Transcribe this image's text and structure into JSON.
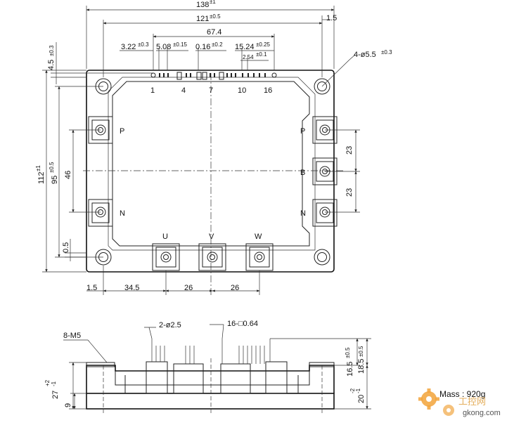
{
  "top_view": {
    "overall_width": "138",
    "overall_width_tol": "±1",
    "mount_pitch": "121",
    "mount_pitch_tol": "±0.5",
    "edge_offset_right": "1.5",
    "pin_span": "67.4",
    "dim_322": "3.22",
    "dim_322_tol": "±0.3",
    "dim_508": "5.08",
    "dim_508_tol": "±0.15",
    "dim_016": "0.16",
    "dim_016_tol": "±0.2",
    "dim_1524": "15.24",
    "dim_1524_tol": "±0.25",
    "dim_254": "2.54",
    "dim_254_tol": "±0.1",
    "dim_45": "4.5",
    "dim_45_tol": "±0.3",
    "hole_label": "4-ø5.5",
    "hole_tol": "±0.3",
    "pin_numbers": [
      "1",
      "4",
      "7",
      "10",
      "16"
    ],
    "terminal_p_left": "P",
    "terminal_n_left": "N",
    "terminal_p_right": "P",
    "terminal_b_right": "B",
    "terminal_n_right": "N",
    "terminal_u": "U",
    "terminal_v": "V",
    "terminal_w": "W",
    "overall_height": "112",
    "overall_height_tol": "±1",
    "mount_pitch_v": "95",
    "mount_pitch_v_tol": "±0.5",
    "pn_pitch": "46",
    "pb_pitch": "23",
    "bn_pitch": "23",
    "dim_05": "0.5",
    "bottom_15": "1.5",
    "bottom_345": "34.5",
    "bottom_26a": "26",
    "bottom_26b": "26"
  },
  "side_view": {
    "screw_label": "8-M5",
    "pin_dia_label": "2-ø2.5",
    "pin_sq_label": "16-□0.64",
    "height_27": "27",
    "height_27_tol_plus": "+2",
    "height_27_tol_minus": "-1",
    "height_9": "9",
    "height_165": "16.5",
    "height_165_tol": "±0.5",
    "height_185": "18.5",
    "height_185_tol": "±0.5",
    "height_20": "20",
    "height_20_tol_plus": "-2",
    "height_20_tol_minus": "-1"
  },
  "mass_label": "Mass : 920g",
  "watermark": {
    "cn": "工控网",
    "domain": "gkong.com"
  }
}
